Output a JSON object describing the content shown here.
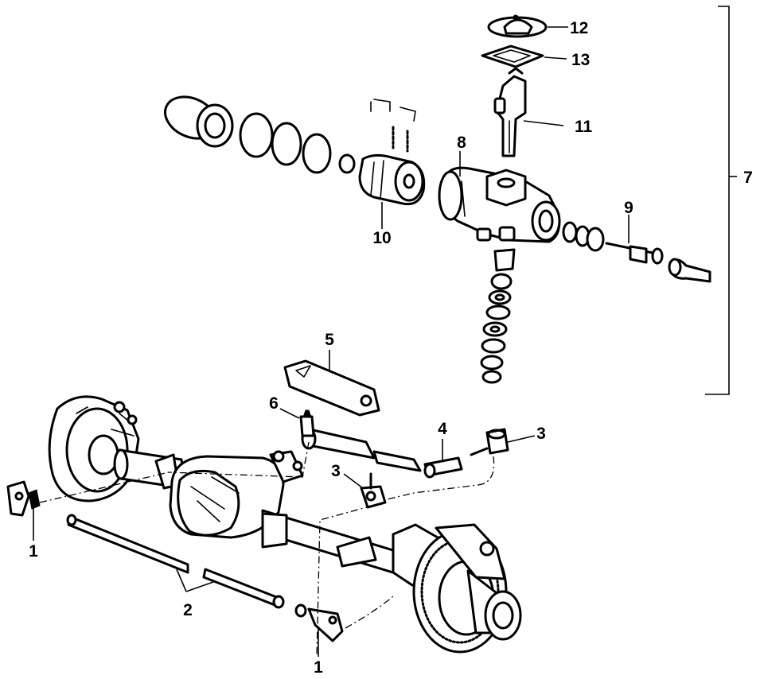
{
  "callouts": {
    "c1_left": "1",
    "c1_bottom": "1",
    "c2": "2",
    "c3_center": "3",
    "c3_right": "3",
    "c4": "4",
    "c5": "5",
    "c6": "6",
    "c7": "7",
    "c8": "8",
    "c9": "9",
    "c10": "10",
    "c11": "11",
    "c12": "12",
    "c13": "13"
  },
  "colors": {
    "ink": "#000000",
    "paper": "#ffffff"
  }
}
